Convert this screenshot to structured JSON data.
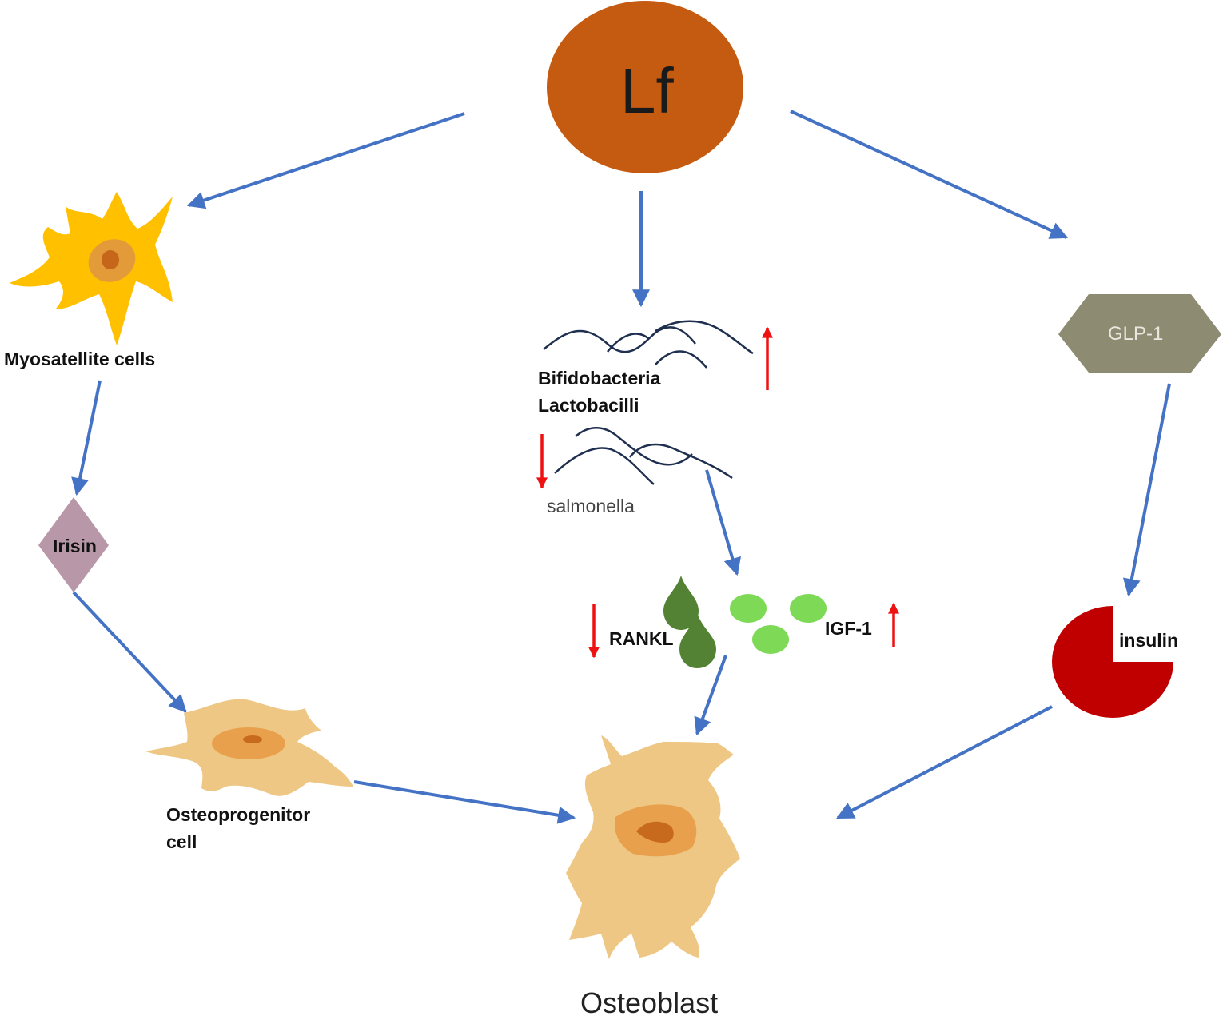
{
  "nodes": {
    "lf": "Lf",
    "myosatellite": "Myosatellite cells",
    "irisin": "Irisin",
    "osteoprogenitor_line1": "Osteoprogenitor",
    "osteoprogenitor_line2": "cell",
    "bacteria_line1": "Bifidobacteria",
    "bacteria_line2": "Lactobacilli",
    "salmonella": "salmonella",
    "rankl": "RANKL",
    "igf1": "IGF-1",
    "glp1": "GLP-1",
    "insulin": "insulin",
    "osteoblast": "Osteoblast"
  },
  "colors": {
    "arrow": "#4472c4",
    "lf_circle": "#c55a11",
    "myosatellite_cell": "#ffc000",
    "myosatellite_nucleus": "#e39b3a",
    "irisin_diamond": "#b898a8",
    "bone_cell": "#eec784",
    "bone_nucleus": "#e8a04c",
    "bone_nucleolus": "#c86a1e",
    "bacteria_line": "#1f2f4f",
    "indicator": "#ee1111",
    "rankl_drop": "#548235",
    "igf_ellipse": "#7ed957",
    "glp_hexagon": "#8e8b73",
    "insulin_pie": "#c00000"
  },
  "indicators": {
    "bacteria": "up",
    "salmonella": "down",
    "rankl": "down",
    "igf1": "up"
  }
}
